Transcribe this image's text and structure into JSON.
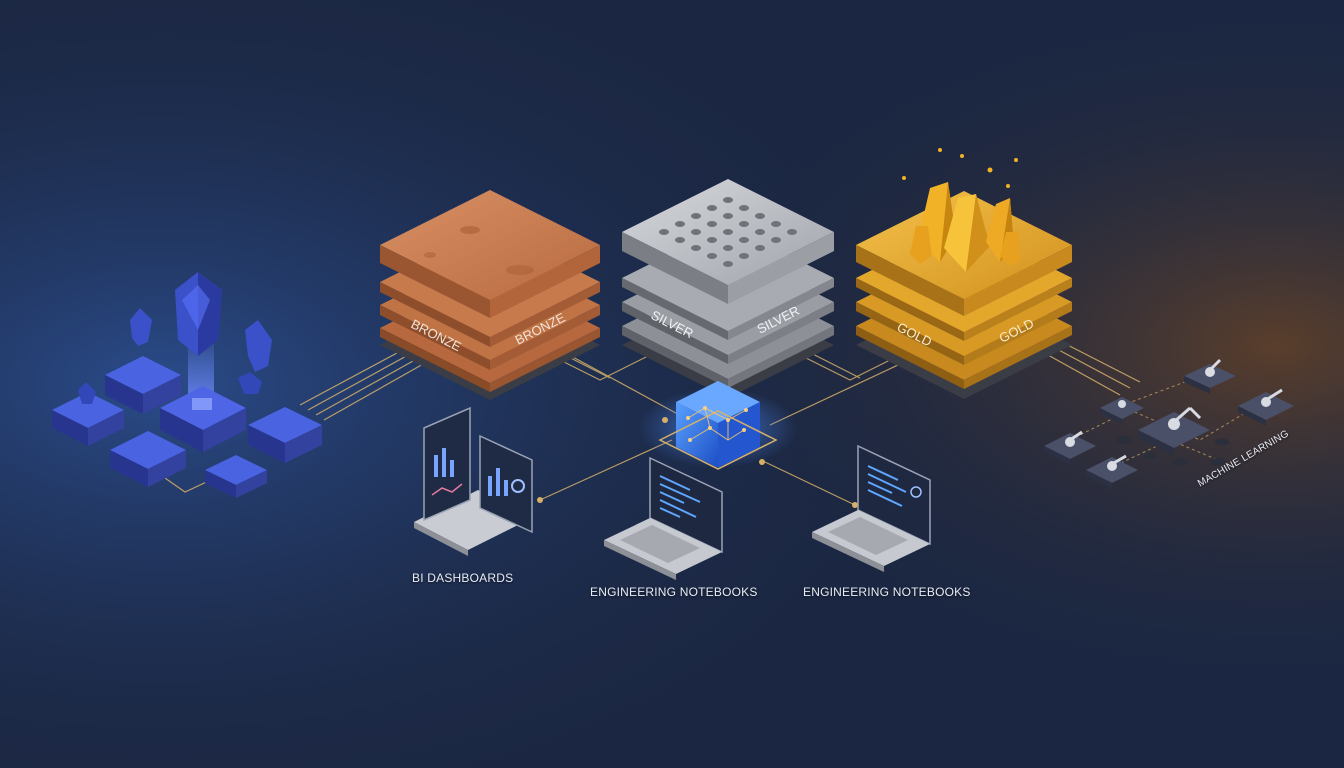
{
  "layers": {
    "bronze": {
      "left_label": "BRONZE",
      "right_label": "BRONZE"
    },
    "silver": {
      "left_label": "SILVER",
      "right_label": "SILVER"
    },
    "gold": {
      "left_label": "GOLD",
      "right_label": "GOLD"
    }
  },
  "consumers": {
    "bi": "BI DASHBOARDS",
    "notebooks_1": "ENGINEERING NOTEBOOKS",
    "notebooks_2": "ENGINEERING NOTEBOOKS",
    "ml": "MACHINE LEARNING"
  },
  "colors": {
    "background": "#1b2742",
    "bronze": "#c97a4e",
    "silver": "#b9bcc2",
    "gold": "#e3a52a",
    "source_blue": "#3a4fc2",
    "connector": "#d6b068",
    "hub": "#2f6fe6"
  }
}
